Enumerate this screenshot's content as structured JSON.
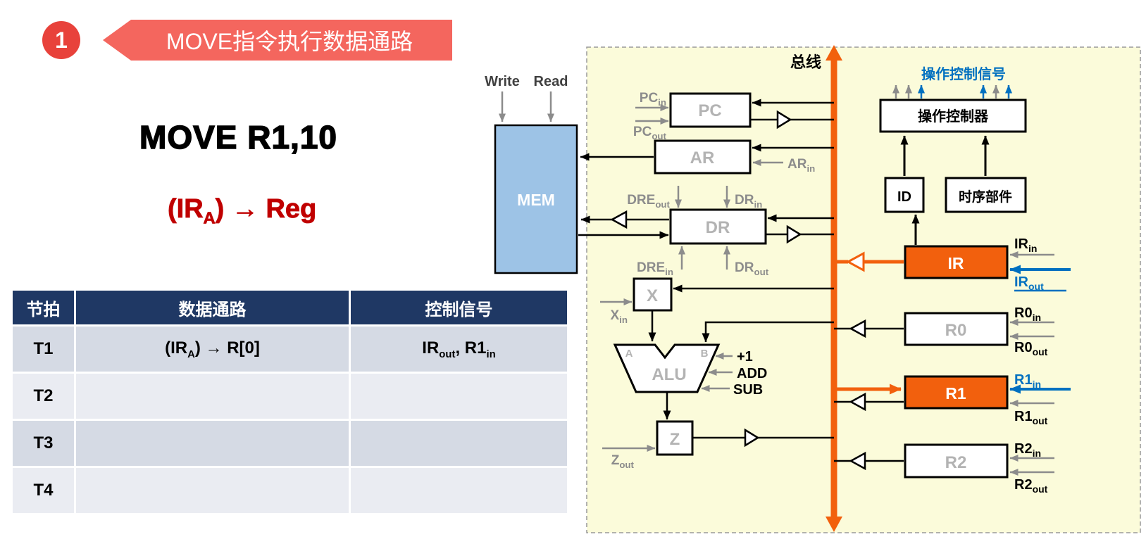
{
  "slide": {
    "badge": "1",
    "title": "MOVE指令执行数据通路",
    "instruction": "MOVE R1,10",
    "operation": {
      "pre": "(IR",
      "sub": "A",
      "post": ") → Reg"
    }
  },
  "table": {
    "headers": [
      "节拍",
      "数据通路",
      "控制信号"
    ],
    "rows": [
      {
        "beat": "T1",
        "path": {
          "pre": "(IR",
          "sub": "A",
          "post": ") → R[0]"
        },
        "signal": {
          "s1": "IR",
          "s1sub": "out",
          "s2": ", R1",
          "s2sub": "in"
        }
      },
      {
        "beat": "T2",
        "path": {
          "pre": "",
          "sub": "",
          "post": ""
        },
        "signal": {
          "s1": "",
          "s1sub": "",
          "s2": "",
          "s2sub": ""
        }
      },
      {
        "beat": "T3",
        "path": {
          "pre": "",
          "sub": "",
          "post": ""
        },
        "signal": {
          "s1": "",
          "s1sub": "",
          "s2": "",
          "s2sub": ""
        }
      },
      {
        "beat": "T4",
        "path": {
          "pre": "",
          "sub": "",
          "post": ""
        },
        "signal": {
          "s1": "",
          "s1sub": "",
          "s2": "",
          "s2sub": ""
        }
      }
    ]
  },
  "diagram": {
    "bus_label": "总线",
    "control_signals_label": "操作控制信号",
    "colors": {
      "bus_orange": "#F2600D",
      "active_blue": "#0070C0",
      "mem_blue": "#9DC3E6",
      "panel_yellow": "#FBFBDA",
      "banner_red": "#F4665E",
      "badge_red": "#E8423B",
      "header_navy": "#1F3864",
      "operation_red": "#C00000"
    },
    "blocks": {
      "mem": "MEM",
      "pc": "PC",
      "ar": "AR",
      "dr": "DR",
      "x": "X",
      "alu": "ALU",
      "alu_a": "A",
      "alu_b": "B",
      "z": "Z",
      "controller": "操作控制器",
      "id": "ID",
      "timing": "时序部件",
      "ir": "IR",
      "r0": "R0",
      "r1": "R1",
      "r2": "R2"
    },
    "signals": {
      "write": "Write",
      "read": "Read",
      "pc_in": {
        "base": "PC",
        "sub": "in"
      },
      "pc_out": {
        "base": "PC",
        "sub": "out"
      },
      "ar_in": {
        "base": "AR",
        "sub": "in"
      },
      "dre_out": {
        "base": "DRE",
        "sub": "out"
      },
      "dr_in": {
        "base": "DR",
        "sub": "in"
      },
      "dre_in": {
        "base": "DRE",
        "sub": "in"
      },
      "dr_out": {
        "base": "DR",
        "sub": "out"
      },
      "x_in": {
        "base": "X",
        "sub": "in"
      },
      "plus1": "+1",
      "add": "ADD",
      "sub": "SUB",
      "z_out": {
        "base": "Z",
        "sub": "out"
      },
      "ir_in": {
        "base": "IR",
        "sub": "in"
      },
      "ir_out": {
        "base": "IR",
        "sub": "out"
      },
      "r0_in": {
        "base": "R0",
        "sub": "in"
      },
      "r0_out": {
        "base": "R0",
        "sub": "out"
      },
      "r1_in": {
        "base": "R1",
        "sub": "in"
      },
      "r1_out": {
        "base": "R1",
        "sub": "out"
      },
      "r2_in": {
        "base": "R2",
        "sub": "in"
      },
      "r2_out": {
        "base": "R2",
        "sub": "out"
      }
    }
  }
}
